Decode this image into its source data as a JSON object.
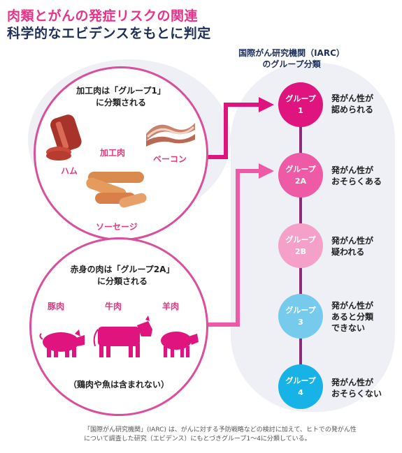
{
  "title": {
    "line1": "肉類とがんの発症リスクの関連",
    "line2": "科学的なエビデンスをもとに判定"
  },
  "iarc": {
    "heading_line1": "国際がん研究機関（IARC）",
    "heading_line2": "のグループ分類"
  },
  "processed": {
    "heading_line1": "加工肉は「グループ1」",
    "heading_line2": "に分類される",
    "center_label": "加工肉",
    "items": [
      "ハム",
      "ベーコン",
      "ソーセージ"
    ]
  },
  "red": {
    "heading_line1": "赤身の肉は「グループ2A」",
    "heading_line2": "に分類される",
    "animals": [
      "豚肉",
      "牛肉",
      "羊肉"
    ],
    "note": "（鶏肉や魚は含まれない）"
  },
  "groups": [
    {
      "name": "グループ",
      "num": "1",
      "desc": "発がん性が\n認められる",
      "color": "#e0147e"
    },
    {
      "name": "グループ",
      "num": "2A",
      "desc": "発がん性が\nおそらくある",
      "color": "#ee5aa6"
    },
    {
      "name": "グループ",
      "num": "2B",
      "desc": "発がん性が\n疑われる",
      "color": "#f4a0c8"
    },
    {
      "name": "グループ",
      "num": "3",
      "desc": "発がん性が\nあると分類\nできない",
      "color": "#76cbec"
    },
    {
      "name": "グループ",
      "num": "4",
      "desc": "発がん性が\nおそらくない",
      "color": "#17b3e6"
    }
  ],
  "footer": {
    "line1": "「国際がん研究機関」(IARC) は、がんに対する予防戦略などの検討に加えて、ヒトでの発がん性",
    "line2": "について調査した研究（エビデンス）にもとづきグループ1～4に分類している。"
  },
  "colors": {
    "pink": "#e2367f",
    "navy": "#1f2f5a",
    "arrow": "#e0147e",
    "connector": "#8d2d7a"
  }
}
